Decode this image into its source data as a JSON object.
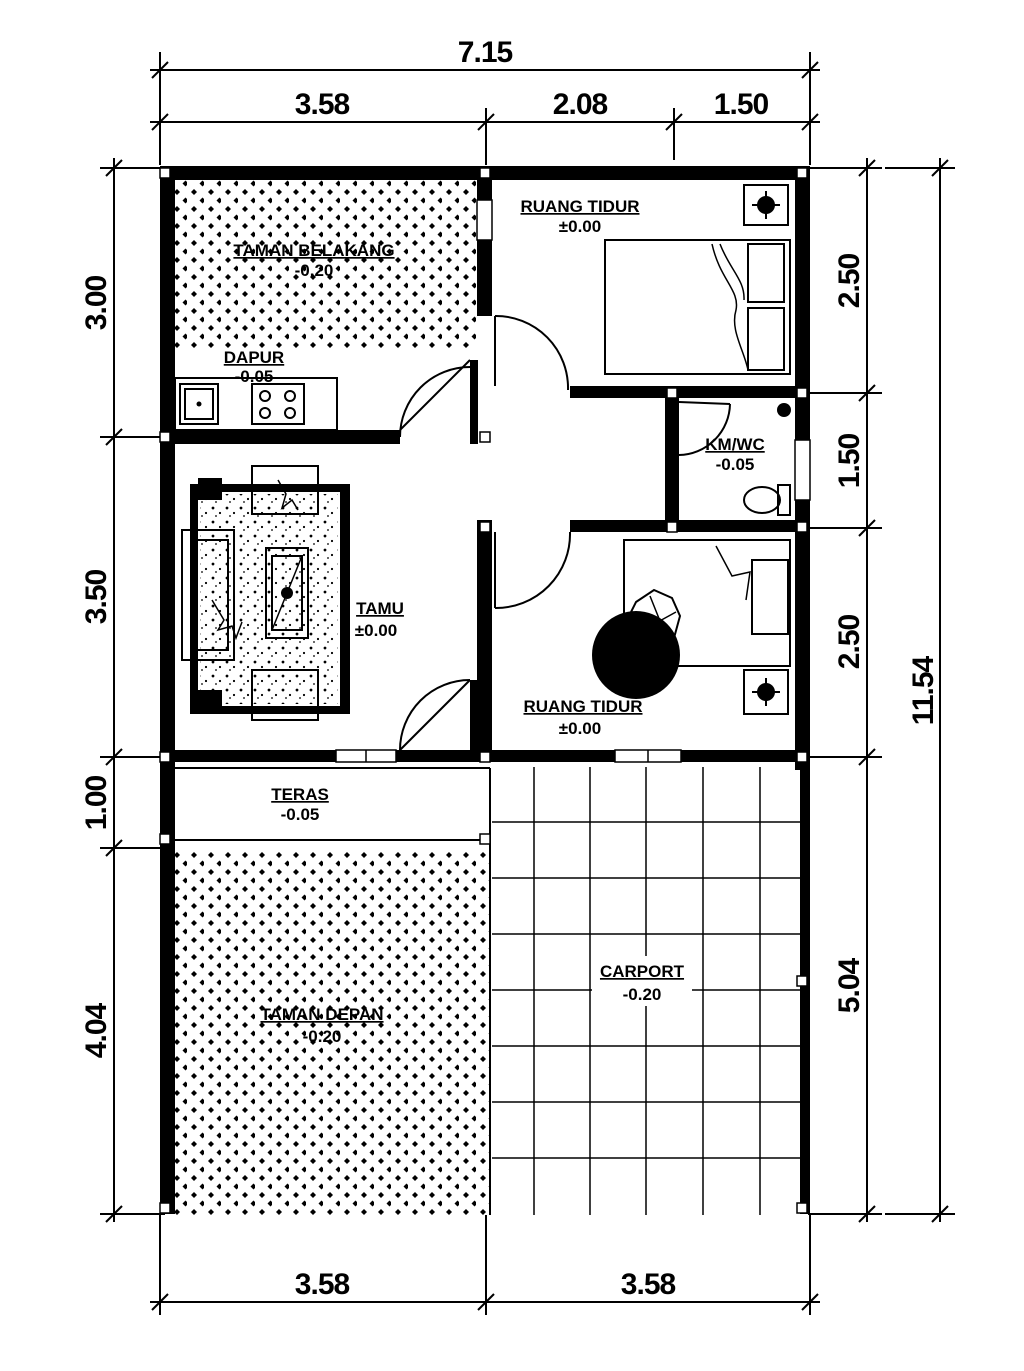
{
  "dimensions": {
    "top_total": "7.15",
    "top_left": "3.58",
    "top_mid": "2.08",
    "top_right": "1.50",
    "bottom_left": "3.58",
    "bottom_right": "3.58",
    "left_1": "3.00",
    "left_2": "3.50",
    "left_3": "1.00",
    "left_4": "4.04",
    "right_1": "2.50",
    "right_2": "1.50",
    "right_3": "2.50",
    "right_4": "5.04",
    "right_total": "11.54"
  },
  "rooms": {
    "taman_belakang": {
      "name": "TAMAN BELAKANG",
      "level": "-0.20"
    },
    "dapur": {
      "name": "DAPUR",
      "level": "-0.05"
    },
    "ruang_tidur_1": {
      "name": "RUANG TIDUR",
      "level": "±0.00"
    },
    "km_wc": {
      "name": "KM/WC",
      "level": "-0.05"
    },
    "tamu": {
      "name": "TAMU",
      "level": "±0.00"
    },
    "ruang_tidur_2": {
      "name": "RUANG TIDUR",
      "level": "±0.00"
    },
    "teras": {
      "name": "TERAS",
      "level": "-0.05"
    },
    "taman_depan": {
      "name": "TAMAN DEPAN",
      "level": "-0.20"
    },
    "carport": {
      "name": "CARPORT",
      "level": "-0.20"
    }
  }
}
